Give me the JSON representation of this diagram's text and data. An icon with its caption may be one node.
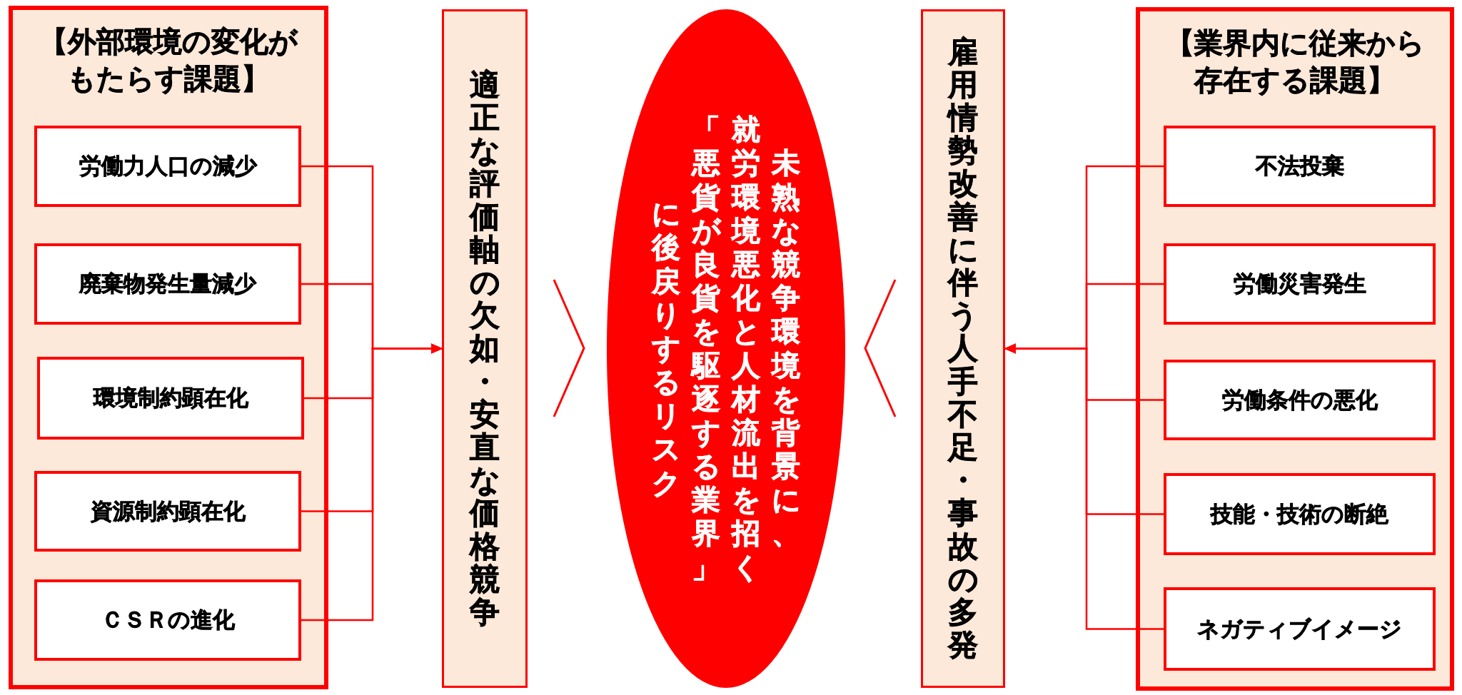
{
  "diagram": {
    "nodes": [
      {
        "text": [
          "【外部環境の変化がもたらす課題】"
        ]
      },
      {
        "text": [
          "労働力人口の減少"
        ],
        "in": 0
      },
      {
        "text": [
          "廃棄物発生量減少"
        ],
        "in": 0
      },
      {
        "text": [
          "環境制約顕在化"
        ],
        "in": 0
      },
      {
        "text": [
          "資源制約顕在化"
        ],
        "in": 0
      },
      {
        "text": [
          "ＣＳＲの進化"
        ],
        "in": 0
      },
      {
        "text": [
          "適正な評価軸の欠如・安直な価格競争"
        ]
      },
      {
        "text": [
          "未熟な競争環境を背景に、就労環境悪化と人材流出を招く「悪貨が良貨を駆逐する業界」に後戻りするリスク"
        ]
      },
      {
        "text": [
          "雇用情勢改善に伴う人手不足・事故の多発"
        ]
      },
      {
        "text": [
          "【業界内に従来から存在する課題】"
        ]
      },
      {
        "text": [
          "不法投棄"
        ],
        "in": 9
      },
      {
        "text": [
          "労働災害発生"
        ],
        "in": 9
      },
      {
        "text": [
          "労働条件の悪化"
        ],
        "in": 9
      },
      {
        "text": [
          "技能・技術の断絶"
        ],
        "in": 9
      },
      {
        "text": [
          "ネガティブイメージ"
        ],
        "in": 9
      }
    ],
    "edges": [
      {
        "from": 1,
        "to": 6,
        "arrow": "to"
      },
      {
        "from": 2,
        "to": 6,
        "arrow": "to"
      },
      {
        "from": 3,
        "to": 6,
        "arrow": "to"
      },
      {
        "from": 4,
        "to": 6,
        "arrow": "to"
      },
      {
        "from": 5,
        "to": 6,
        "arrow": "to"
      },
      {
        "from": 10,
        "to": 8,
        "arrow": "to"
      },
      {
        "from": 11,
        "to": 8,
        "arrow": "to"
      },
      {
        "from": 12,
        "to": 8,
        "arrow": "to"
      },
      {
        "from": 13,
        "to": 8,
        "arrow": "to"
      },
      {
        "from": 14,
        "to": 8,
        "arrow": "to"
      }
    ]
  }
}
